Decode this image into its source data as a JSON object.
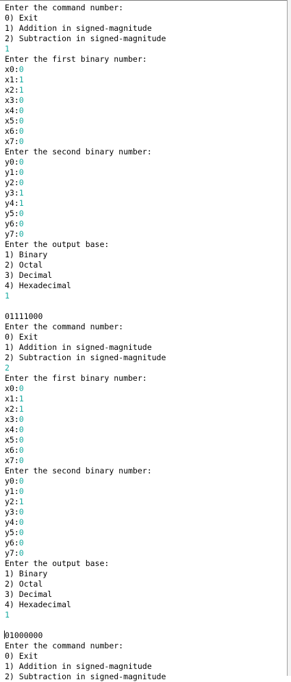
{
  "colors": {
    "output_text": "#000000",
    "user_input": "#13a89e",
    "background": "#ffffff"
  },
  "lines": [
    {
      "p": "Enter the command number:",
      "i": ""
    },
    {
      "p": "0) Exit",
      "i": ""
    },
    {
      "p": "1) Addition in signed-magnitude",
      "i": ""
    },
    {
      "p": "2) Subtraction in signed-magnitude",
      "i": ""
    },
    {
      "p": "",
      "i": "1"
    },
    {
      "p": "Enter the first binary number:",
      "i": ""
    },
    {
      "p": "x0:",
      "i": "0"
    },
    {
      "p": "x1:",
      "i": "1"
    },
    {
      "p": "x2:",
      "i": "1"
    },
    {
      "p": "x3:",
      "i": "0"
    },
    {
      "p": "x4:",
      "i": "0"
    },
    {
      "p": "x5:",
      "i": "0"
    },
    {
      "p": "x6:",
      "i": "0"
    },
    {
      "p": "x7:",
      "i": "0"
    },
    {
      "p": "Enter the second binary number:",
      "i": ""
    },
    {
      "p": "y0:",
      "i": "0"
    },
    {
      "p": "y1:",
      "i": "0"
    },
    {
      "p": "y2:",
      "i": "0"
    },
    {
      "p": "y3:",
      "i": "1"
    },
    {
      "p": "y4:",
      "i": "1"
    },
    {
      "p": "y5:",
      "i": "0"
    },
    {
      "p": "y6:",
      "i": "0"
    },
    {
      "p": "y7:",
      "i": "0"
    },
    {
      "p": "Enter the output base:",
      "i": ""
    },
    {
      "p": "1) Binary",
      "i": ""
    },
    {
      "p": "2) Octal",
      "i": ""
    },
    {
      "p": "3) Decimal",
      "i": ""
    },
    {
      "p": "4) Hexadecimal",
      "i": ""
    },
    {
      "p": "",
      "i": "1"
    },
    {
      "p": "",
      "i": ""
    },
    {
      "p": "01111000",
      "i": ""
    },
    {
      "p": "Enter the command number:",
      "i": ""
    },
    {
      "p": "0) Exit",
      "i": ""
    },
    {
      "p": "1) Addition in signed-magnitude",
      "i": ""
    },
    {
      "p": "2) Subtraction in signed-magnitude",
      "i": ""
    },
    {
      "p": "",
      "i": "2"
    },
    {
      "p": "Enter the first binary number:",
      "i": ""
    },
    {
      "p": "x0:",
      "i": "0"
    },
    {
      "p": "x1:",
      "i": "1"
    },
    {
      "p": "x2:",
      "i": "1"
    },
    {
      "p": "x3:",
      "i": "0"
    },
    {
      "p": "x4:",
      "i": "0"
    },
    {
      "p": "x5:",
      "i": "0"
    },
    {
      "p": "x6:",
      "i": "0"
    },
    {
      "p": "x7:",
      "i": "0"
    },
    {
      "p": "Enter the second binary number:",
      "i": ""
    },
    {
      "p": "y0:",
      "i": "0"
    },
    {
      "p": "y1:",
      "i": "0"
    },
    {
      "p": "y2:",
      "i": "1"
    },
    {
      "p": "y3:",
      "i": "0"
    },
    {
      "p": "y4:",
      "i": "0"
    },
    {
      "p": "y5:",
      "i": "0"
    },
    {
      "p": "y6:",
      "i": "0"
    },
    {
      "p": "y7:",
      "i": "0"
    },
    {
      "p": "Enter the output base:",
      "i": ""
    },
    {
      "p": "1) Binary",
      "i": ""
    },
    {
      "p": "2) Octal",
      "i": ""
    },
    {
      "p": "3) Decimal",
      "i": ""
    },
    {
      "p": "4) Hexadecimal",
      "i": ""
    },
    {
      "p": "",
      "i": "1"
    },
    {
      "p": "",
      "i": ""
    },
    {
      "p": "01000000",
      "i": "",
      "caret": true
    },
    {
      "p": "Enter the command number:",
      "i": ""
    },
    {
      "p": "0) Exit",
      "i": ""
    },
    {
      "p": "1) Addition in signed-magnitude",
      "i": ""
    },
    {
      "p": "2) Subtraction in signed-magnitude",
      "i": ""
    }
  ]
}
